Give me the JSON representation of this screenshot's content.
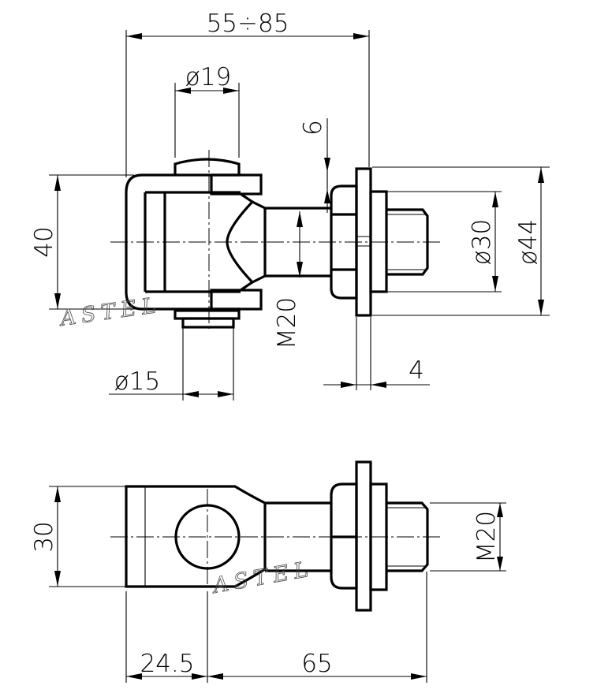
{
  "dimensions": {
    "overall_width": "55÷85",
    "pin_diameter": "ø19",
    "washer_offset": "6",
    "height_top": "40",
    "thread_top": "M20",
    "bottom_pin_diameter": "ø15",
    "flange_thickness": "4",
    "nut_diameter": "ø30",
    "flange_diameter": "ø44",
    "height_bottom": "30",
    "thread_bottom": "M20",
    "eye_length": "24.5",
    "shank_length": "65"
  },
  "watermark": {
    "top": "ASTEL",
    "bottom": "ASTEL"
  }
}
